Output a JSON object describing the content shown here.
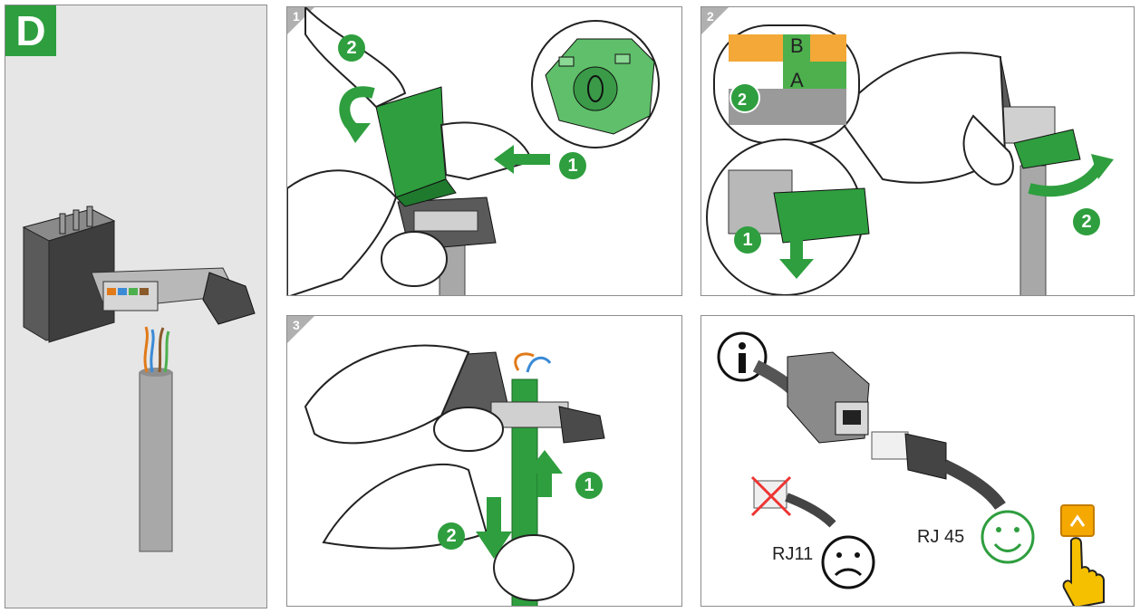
{
  "panel_d": {
    "letter": "D"
  },
  "step1": {
    "number": "1",
    "callouts": [
      "2",
      "1"
    ]
  },
  "step2": {
    "number": "2",
    "callouts": [
      "1",
      "2"
    ],
    "inset_letters": [
      "B",
      "A"
    ],
    "inset_step": "2"
  },
  "step3": {
    "number": "3",
    "callouts": [
      "1",
      "2"
    ]
  },
  "info": {
    "rj11_label": "RJ11",
    "rj45_label": "RJ 45",
    "info_icon": "info-icon",
    "up_button_icon": "chevron-up-icon"
  },
  "colors": {
    "accent_green": "#2e9e3e",
    "light_green": "#5fbf6a",
    "gray_bg": "#e6e6e6",
    "yellow": "#f5a800",
    "cable_gray": "#a8a8a8"
  }
}
